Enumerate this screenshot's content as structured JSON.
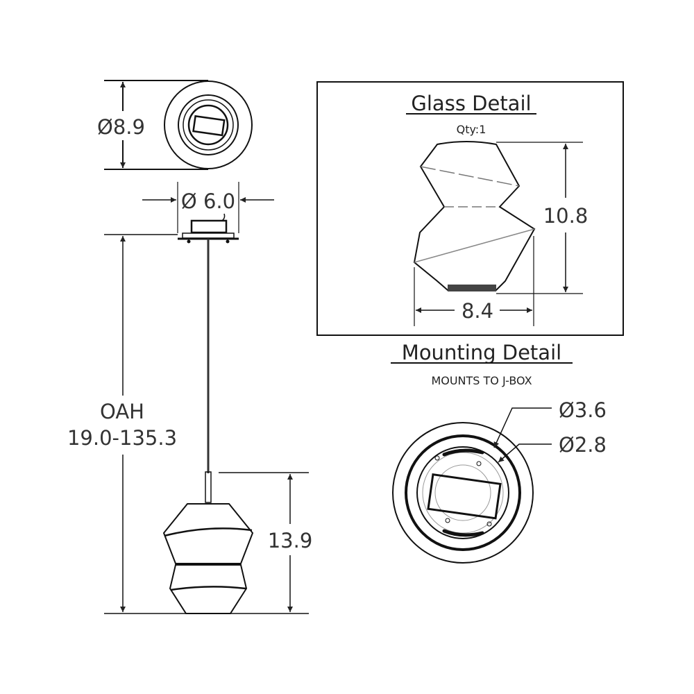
{
  "top_view": {
    "diameter_label": "Ø8.9"
  },
  "canopy": {
    "diameter_label": "Ø 6.0"
  },
  "overall_height": {
    "label": "OAH",
    "value": "19.0-135.3"
  },
  "shade_height": {
    "value": "13.9"
  },
  "glass_detail": {
    "title": "Glass Detail",
    "qty": "Qty:1",
    "height": "10.8",
    "width": "8.4"
  },
  "mounting_detail": {
    "title": "Mounting Detail",
    "subtitle": "MOUNTS TO J-BOX",
    "outer_diameter": "Ø3.6",
    "inner_diameter": "Ø2.8"
  },
  "colors": {
    "line": "#111111",
    "text": "#222222",
    "background": "#ffffff"
  }
}
